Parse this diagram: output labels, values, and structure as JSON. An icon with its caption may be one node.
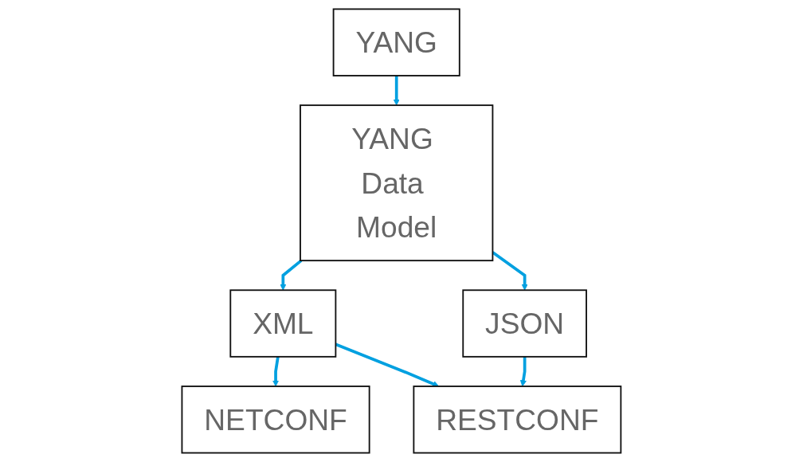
{
  "diagram": {
    "nodes": [
      {
        "text": [
          "YANG"
        ]
      },
      {
        "text": [
          "YANG Data Model"
        ]
      },
      {
        "text": [
          "XML"
        ]
      },
      {
        "text": [
          "JSON"
        ]
      },
      {
        "text": [
          "NETCONF"
        ]
      },
      {
        "text": [
          "RESTCONF"
        ]
      }
    ],
    "edges": [
      {
        "from": 0,
        "to": 1,
        "arrow": "to"
      },
      {
        "from": 1,
        "to": 2,
        "arrow": "to"
      },
      {
        "from": 1,
        "to": 3,
        "arrow": "to"
      },
      {
        "from": 2,
        "to": 4,
        "arrow": "to"
      },
      {
        "from": 2,
        "to": 5,
        "arrow": "to"
      },
      {
        "from": 3,
        "to": 5,
        "arrow": "to"
      }
    ]
  }
}
